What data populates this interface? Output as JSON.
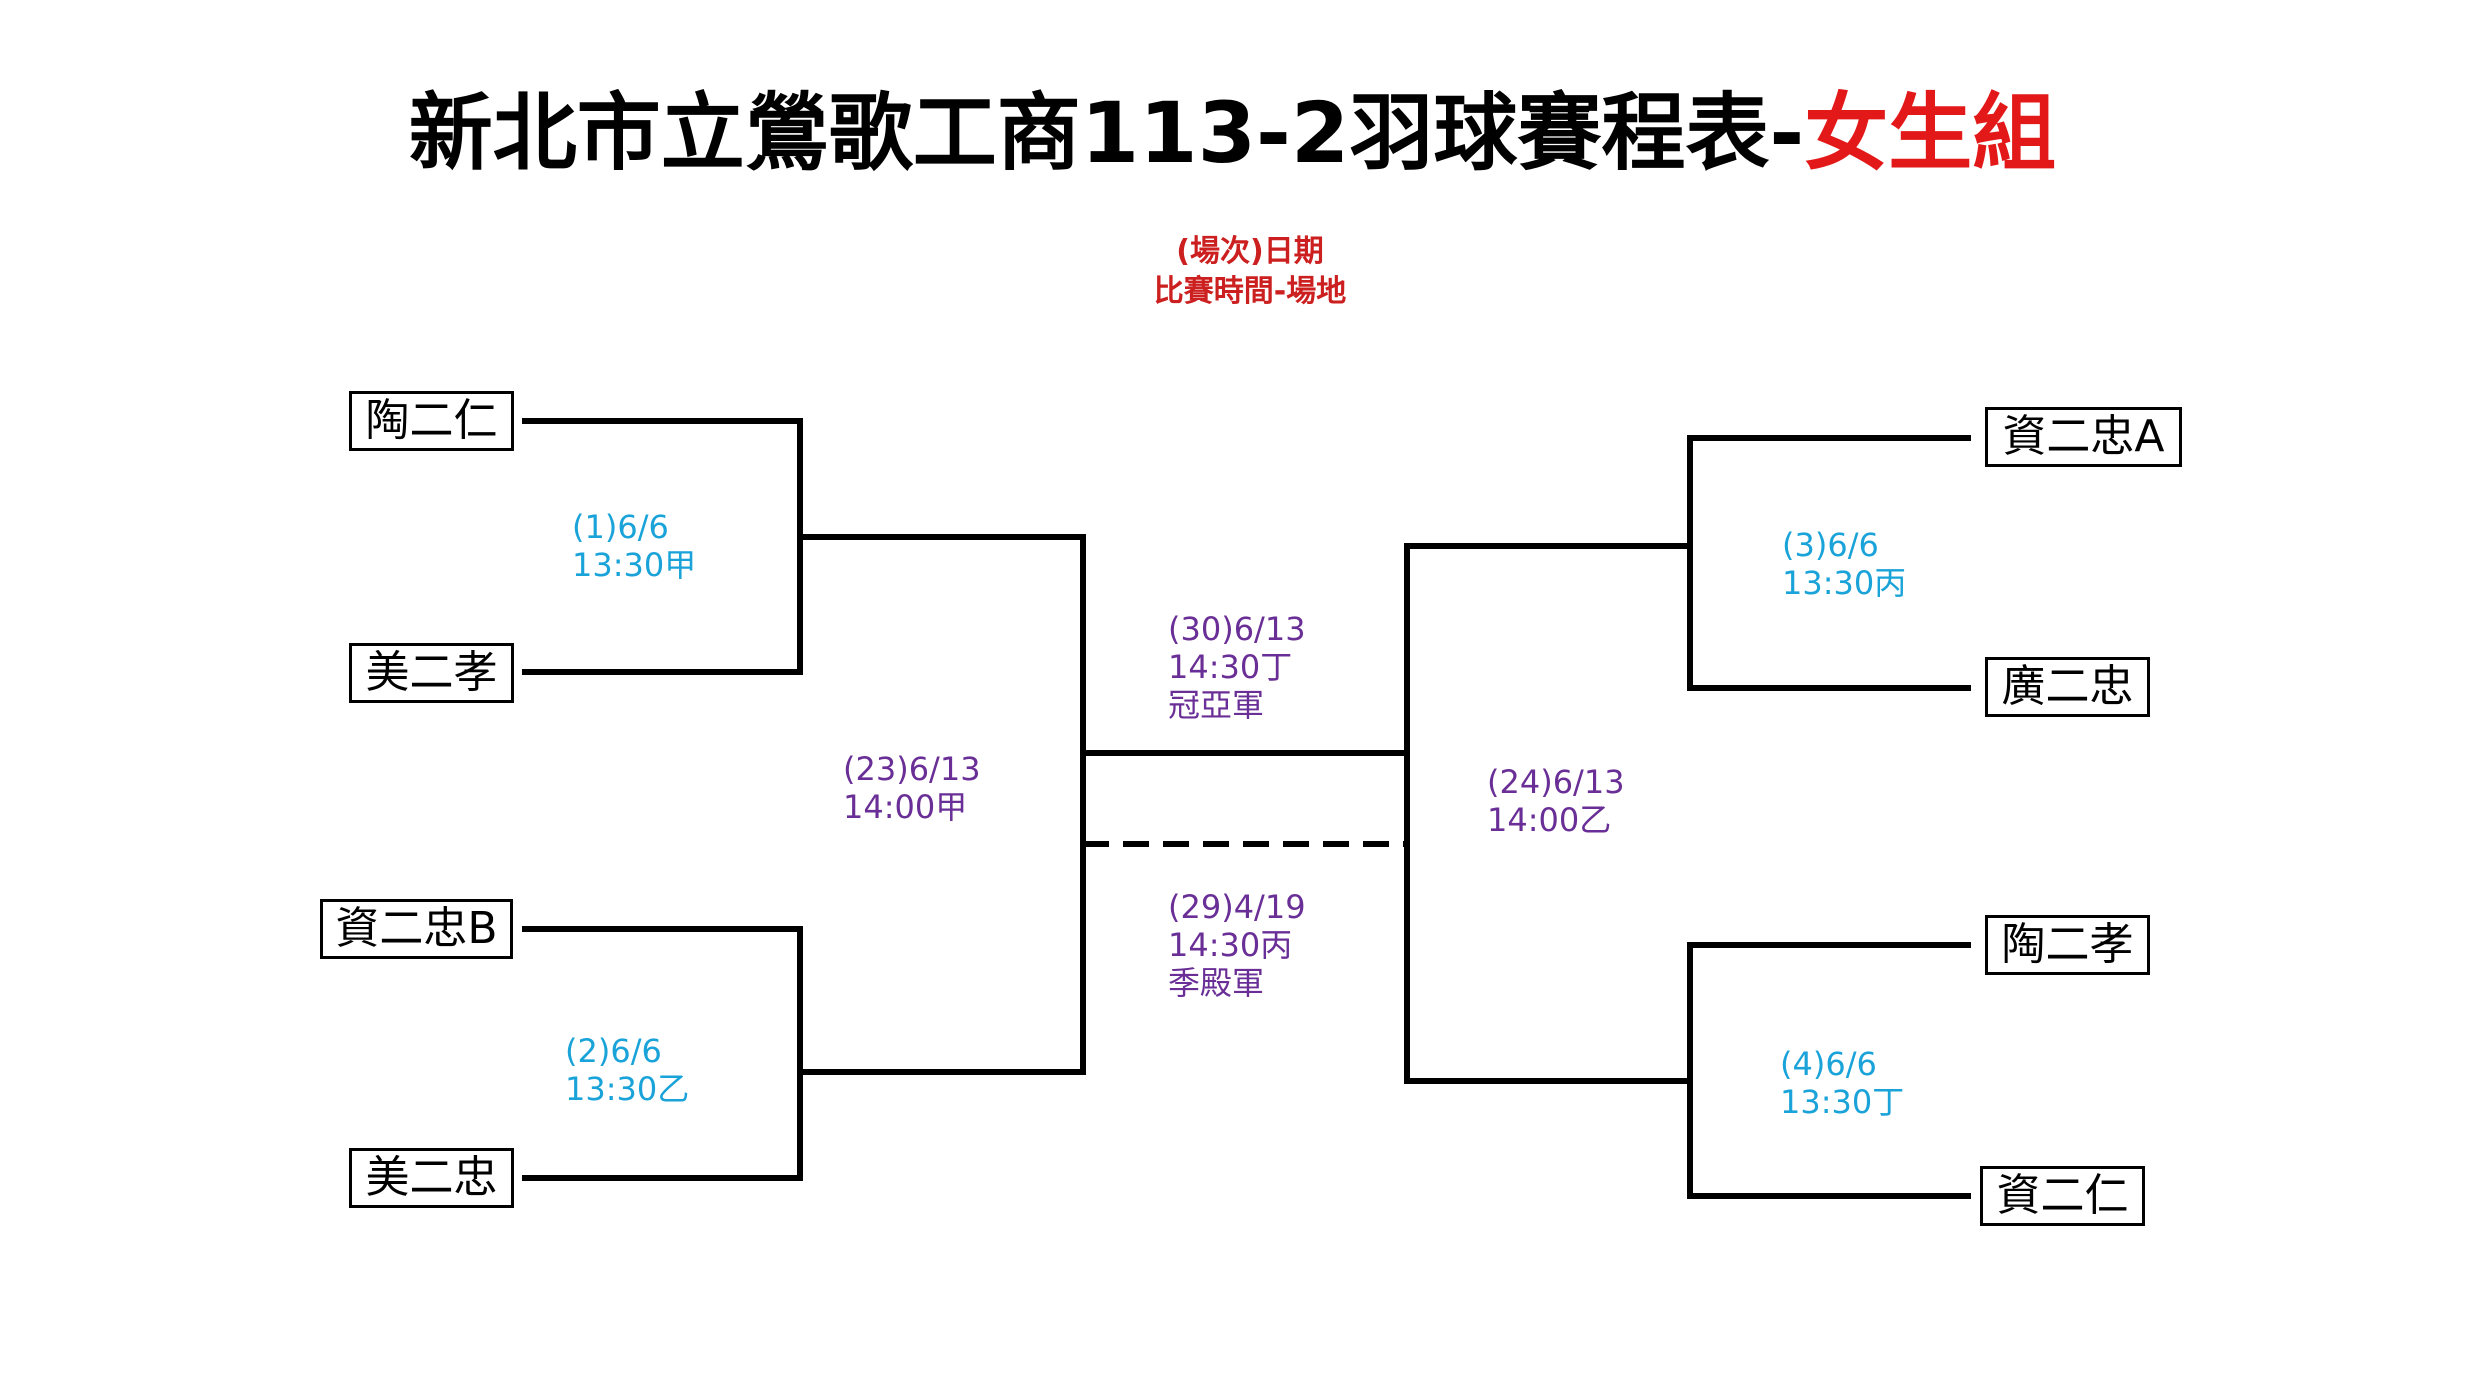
{
  "title": {
    "main": "新北市立鶯歌工商113-2羽球賽程表-",
    "highlight": "女生組"
  },
  "legend": {
    "line1": "(場次)日期",
    "line2": "比賽時間-場地"
  },
  "teams": {
    "left_1": "陶二仁",
    "left_2": "美二孝",
    "left_3": "資二忠B",
    "left_4": "美二忠",
    "right_1": "資二忠A",
    "right_2": "廣二忠",
    "right_3": "陶二孝",
    "right_4": "資二仁"
  },
  "matches": {
    "m1": {
      "line1": "(1)6/6",
      "line2": "13:30甲"
    },
    "m2": {
      "line1": "(2)6/6",
      "line2": "13:30乙"
    },
    "m3": {
      "line1": "(3)6/6",
      "line2": "13:30丙"
    },
    "m4": {
      "line1": "(4)6/6",
      "line2": "13:30丁"
    },
    "m23": {
      "line1": "(23)6/13",
      "line2": "14:00甲"
    },
    "m24": {
      "line1": "(24)6/13",
      "line2": "14:00乙"
    },
    "m30": {
      "line1": "(30)6/13",
      "line2": "14:30丁",
      "line3": "冠亞軍"
    },
    "m29": {
      "line1": "(29)4/19",
      "line2": "14:30丙",
      "line3": "季殿軍"
    }
  },
  "colors": {
    "title": "#000000",
    "title_highlight": "#e31919",
    "legend": "#cc1f1f",
    "first_round": "#1aa3d9",
    "later_round": "#6a2f96",
    "lines": "#000000"
  }
}
